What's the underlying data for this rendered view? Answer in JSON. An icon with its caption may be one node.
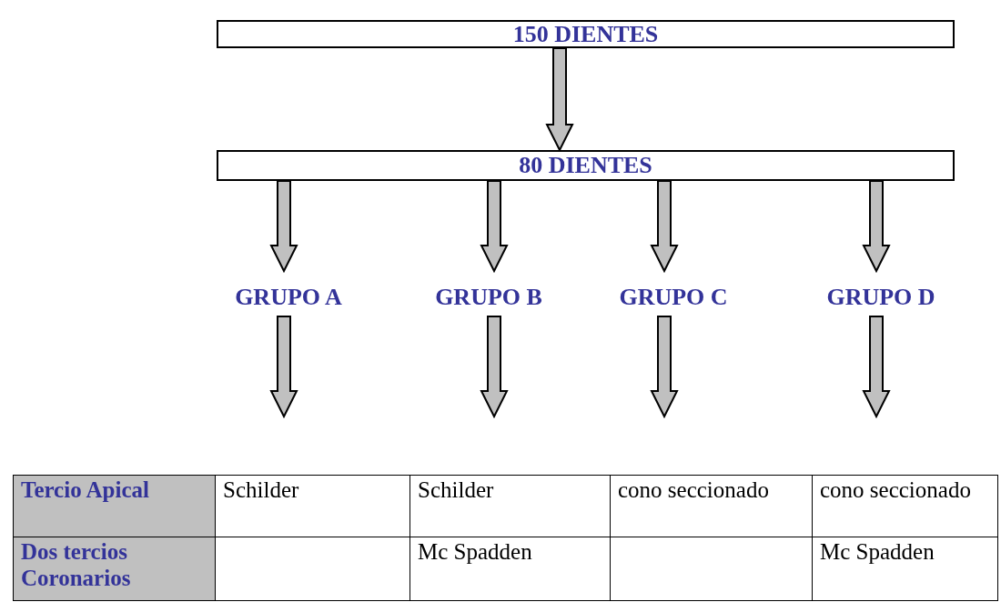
{
  "diagram": {
    "nodes": [
      {
        "text": [
          "150 DIENTES"
        ]
      },
      {
        "text": [
          "80 DIENTES"
        ]
      },
      {
        "text": [
          "GRUPO A"
        ]
      },
      {
        "text": [
          "GRUPO B"
        ]
      },
      {
        "text": [
          "GRUPO C"
        ]
      },
      {
        "text": [
          "GRUPO D"
        ]
      }
    ],
    "edges": [
      {
        "from": 0,
        "to": 1,
        "arrow": "to"
      },
      {
        "from": 1,
        "to": 2,
        "arrow": "to"
      },
      {
        "from": 1,
        "to": 3,
        "arrow": "to"
      },
      {
        "from": 1,
        "to": 4,
        "arrow": "to"
      },
      {
        "from": 1,
        "to": 5,
        "arrow": "to"
      },
      {
        "from": 2,
        "to": null,
        "arrow": "to"
      },
      {
        "from": 3,
        "to": null,
        "arrow": "to"
      },
      {
        "from": 4,
        "to": null,
        "arrow": "to"
      },
      {
        "from": 5,
        "to": null,
        "arrow": "to"
      }
    ],
    "labels": [
      "Tercio Apical",
      "Schilder",
      "Schilder",
      "cono seccionado",
      "cono seccionado",
      "Dos tercios Coronarios",
      "Mc Spadden",
      "Mc Spadden"
    ]
  }
}
